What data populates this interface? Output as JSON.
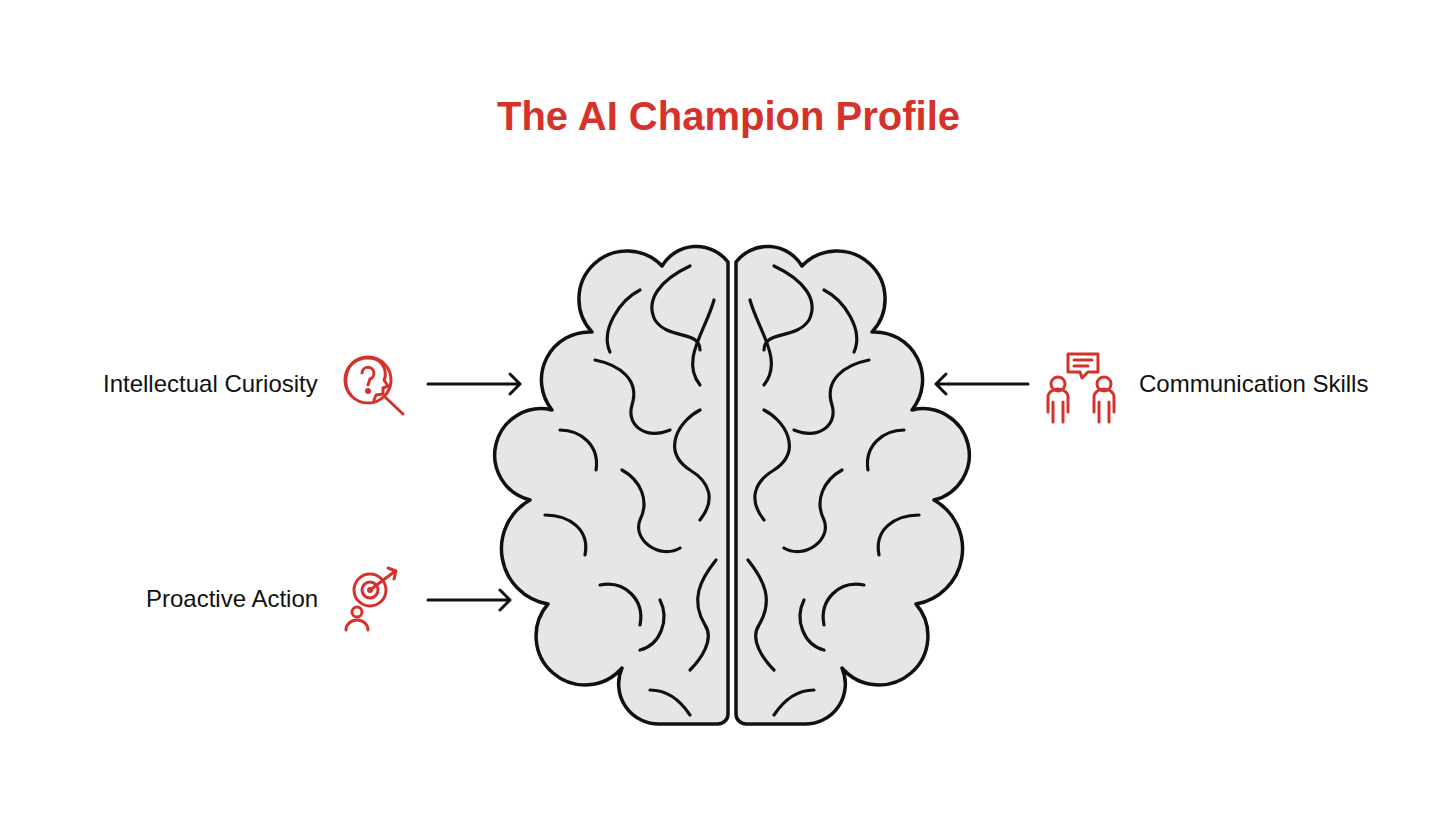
{
  "diagram": {
    "title": "The AI Champion Profile",
    "labels": [
      "Intellectual Curiosity",
      "Communication Skills",
      "Proactive Action"
    ]
  }
}
